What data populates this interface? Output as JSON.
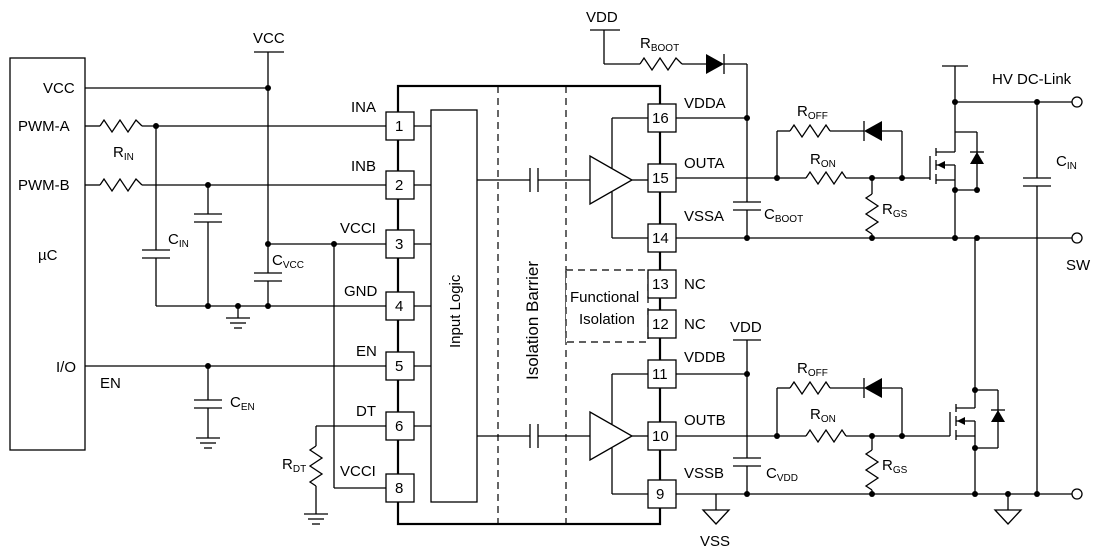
{
  "mcu": {
    "label": "µC",
    "vcc": "VCC",
    "pwm_a": "PWM-A",
    "pwm_b": "PWM-B",
    "io": "I/O"
  },
  "supply": {
    "vcc_top": "VCC",
    "vdd_top": "VDD",
    "vdd_low": "VDD",
    "vss": "VSS"
  },
  "components": {
    "r_in": {
      "main": "R",
      "sub": "IN"
    },
    "c_in_left": {
      "main": "C",
      "sub": "IN"
    },
    "c_vcc": {
      "main": "C",
      "sub": "VCC"
    },
    "c_en": {
      "main": "C",
      "sub": "EN"
    },
    "r_dt": {
      "main": "R",
      "sub": "DT"
    },
    "r_boot": {
      "main": "R",
      "sub": "BOOT"
    },
    "c_boot": {
      "main": "C",
      "sub": "BOOT"
    },
    "c_vdd": {
      "main": "C",
      "sub": "VDD"
    },
    "r_off_a": {
      "main": "R",
      "sub": "OFF"
    },
    "r_on_a": {
      "main": "R",
      "sub": "ON"
    },
    "r_gs_a": {
      "main": "R",
      "sub": "GS"
    },
    "r_off_b": {
      "main": "R",
      "sub": "OFF"
    },
    "r_on_b": {
      "main": "R",
      "sub": "ON"
    },
    "r_gs_b": {
      "main": "R",
      "sub": "GS"
    },
    "c_in_right": {
      "main": "C",
      "sub": "IN"
    }
  },
  "en_label": "EN",
  "input_logic": "Input Logic",
  "isolation_barrier": "Isolation Barrier",
  "functional_isolation": [
    "Functional",
    "Isolation"
  ],
  "pins_left": [
    {
      "num": "1",
      "name": "INA"
    },
    {
      "num": "2",
      "name": "INB"
    },
    {
      "num": "3",
      "name": "VCCI"
    },
    {
      "num": "4",
      "name": "GND"
    },
    {
      "num": "5",
      "name": "EN"
    },
    {
      "num": "6",
      "name": "DT"
    },
    {
      "num": "8",
      "name": "VCCI"
    }
  ],
  "pins_right": [
    {
      "num": "16",
      "name": "VDDA"
    },
    {
      "num": "15",
      "name": "OUTA"
    },
    {
      "num": "14",
      "name": "VSSA"
    },
    {
      "num": "13",
      "name": "NC"
    },
    {
      "num": "12",
      "name": "NC"
    },
    {
      "num": "11",
      "name": "VDDB"
    },
    {
      "num": "10",
      "name": "OUTB"
    },
    {
      "num": "9",
      "name": "VSSB"
    }
  ],
  "terminals": {
    "hv": "HV DC-Link",
    "sw": "SW"
  }
}
